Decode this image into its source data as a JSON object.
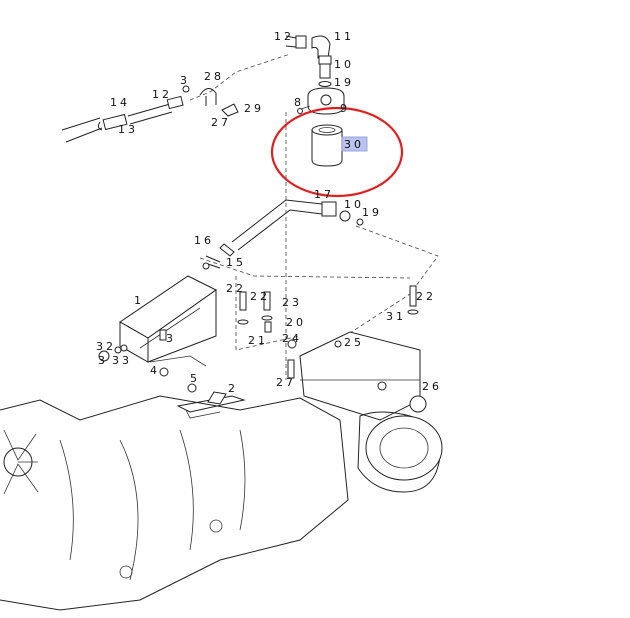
{
  "diagram": {
    "highlight": {
      "label": "30",
      "ring_color": "#e02020",
      "box_color": "#b9c3ee"
    },
    "callouts": {
      "c12a": "12",
      "c11": "11",
      "c10a": "10",
      "c19a": "19",
      "c3a": "3",
      "c28": "28",
      "c14": "14",
      "c12b": "12",
      "c13": "13",
      "c27a": "27",
      "c29": "29",
      "c8": "8",
      "c9": "9",
      "c17": "17",
      "c10b": "10",
      "c19b": "19",
      "c16": "16",
      "c15": "15",
      "c1": "1",
      "c22a": "22",
      "c22b": "22",
      "c23": "23",
      "c20": "20",
      "c21": "21",
      "c3b": "3",
      "c31": "31",
      "c25": "25",
      "c32": "32",
      "c33": "33",
      "c4": "4",
      "c3c": "3",
      "c5": "5",
      "c2": "2",
      "c27b": "27",
      "c24": "24",
      "c26": "26"
    }
  }
}
